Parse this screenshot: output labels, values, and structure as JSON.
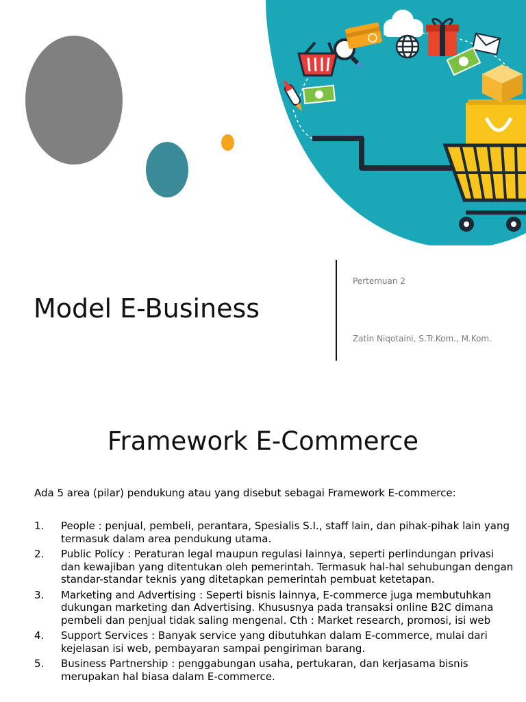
{
  "slide1": {
    "title": "Model E-Business",
    "session": "Pertemuan 2",
    "author": "Zatin Niqotaini, S.Tr.Kom., M.Kom."
  },
  "hero_illustration": {
    "icons": [
      "shopping-basket-icon",
      "magnifier-icon",
      "credit-card-icon",
      "cloud-icon",
      "globe-icon",
      "gift-box-icon",
      "envelope-icon",
      "banknote-icon",
      "parcel-box-icon",
      "rocket-icon",
      "shopping-bag-icon",
      "shopping-cart-icon"
    ],
    "colors": {
      "background": "#1aa8b8",
      "cart": "#1d2a35",
      "bag": "#f9c41c",
      "basket": "#e63c3c",
      "gift": "#e9452c",
      "banknote": "#7dc142"
    }
  },
  "slide2": {
    "title": "Framework E-Commerce",
    "intro": "Ada 5 area (pilar) pendukung atau yang disebut sebagai Framework E-commerce:",
    "items": [
      {
        "number": "1.",
        "text": "People : penjual, pembeli, perantara, Spesialis S.I., staff lain, dan pihak-pihak lain yang termasuk dalam area pendukung utama."
      },
      {
        "number": "2.",
        "text": "Public Policy : Peraturan legal maupun regulasi lainnya, seperti perlindungan privasi dan kewajiban yang ditentukan oleh pemerintah. Termasuk hal-hal sehubungan dengan standar-standar teknis yang ditetapkan pemerintah pembuat ketetapan."
      },
      {
        "number": "3.",
        "text": "Marketing and Advertising : Seperti bisnis lainnya, E-commerce juga membutuhkan dukungan marketing dan Advertising. Khususnya pada transaksi online B2C dimana pembeli dan penjual tidak saling mengenal. Cth : Market research, promosi, isi web"
      },
      {
        "number": "4.",
        "text": "Support Services : Banyak service yang dibutuhkan dalam E-commerce, mulai dari kejelasan isi web, pembayaran sampai pengiriman barang."
      },
      {
        "number": "5.",
        "text": "Business Partnership : penggabungan usaha, pertukaran, dan kerjasama bisnis merupakan hal biasa dalam E-commerce."
      }
    ]
  }
}
